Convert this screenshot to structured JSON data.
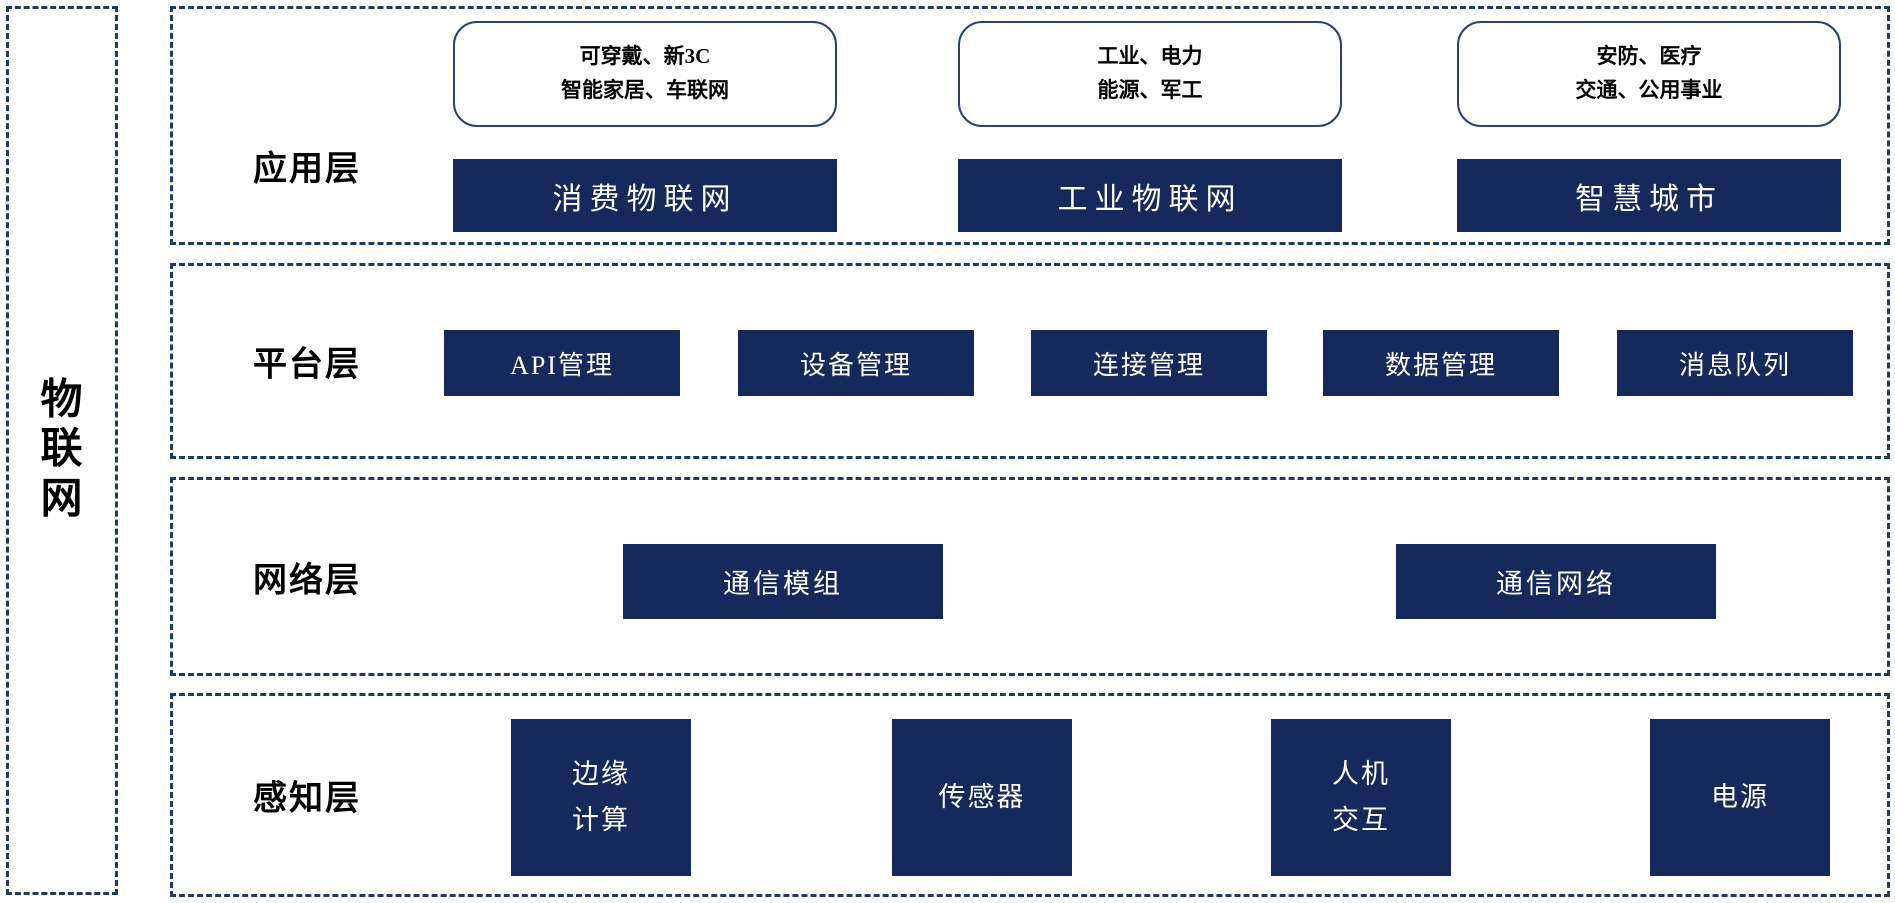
{
  "root_label": "物\n联\n网",
  "colors": {
    "navy_button": "#15295c",
    "dashed_border": "#1e3a6a",
    "note_border": "#2b4170",
    "button_text": "#ffffff",
    "text": "#000000"
  },
  "layers": [
    {
      "name": "应用层",
      "categories": [
        {
          "note": "可穿戴、新3C\n智能家居、车联网",
          "button": "消费物联网"
        },
        {
          "note": "工业、电力\n能源、军工",
          "button": "工业物联网"
        },
        {
          "note": "安防、医疗\n交通、公用事业",
          "button": "智慧城市"
        }
      ]
    },
    {
      "name": "平台层",
      "items": [
        "API管理",
        "设备管理",
        "连接管理",
        "数据管理",
        "消息队列"
      ]
    },
    {
      "name": "网络层",
      "items": [
        "通信模组",
        "通信网络"
      ]
    },
    {
      "name": "感知层",
      "items": [
        "边缘\n计算",
        "传感器",
        "人机\n交互",
        "电源"
      ]
    }
  ]
}
